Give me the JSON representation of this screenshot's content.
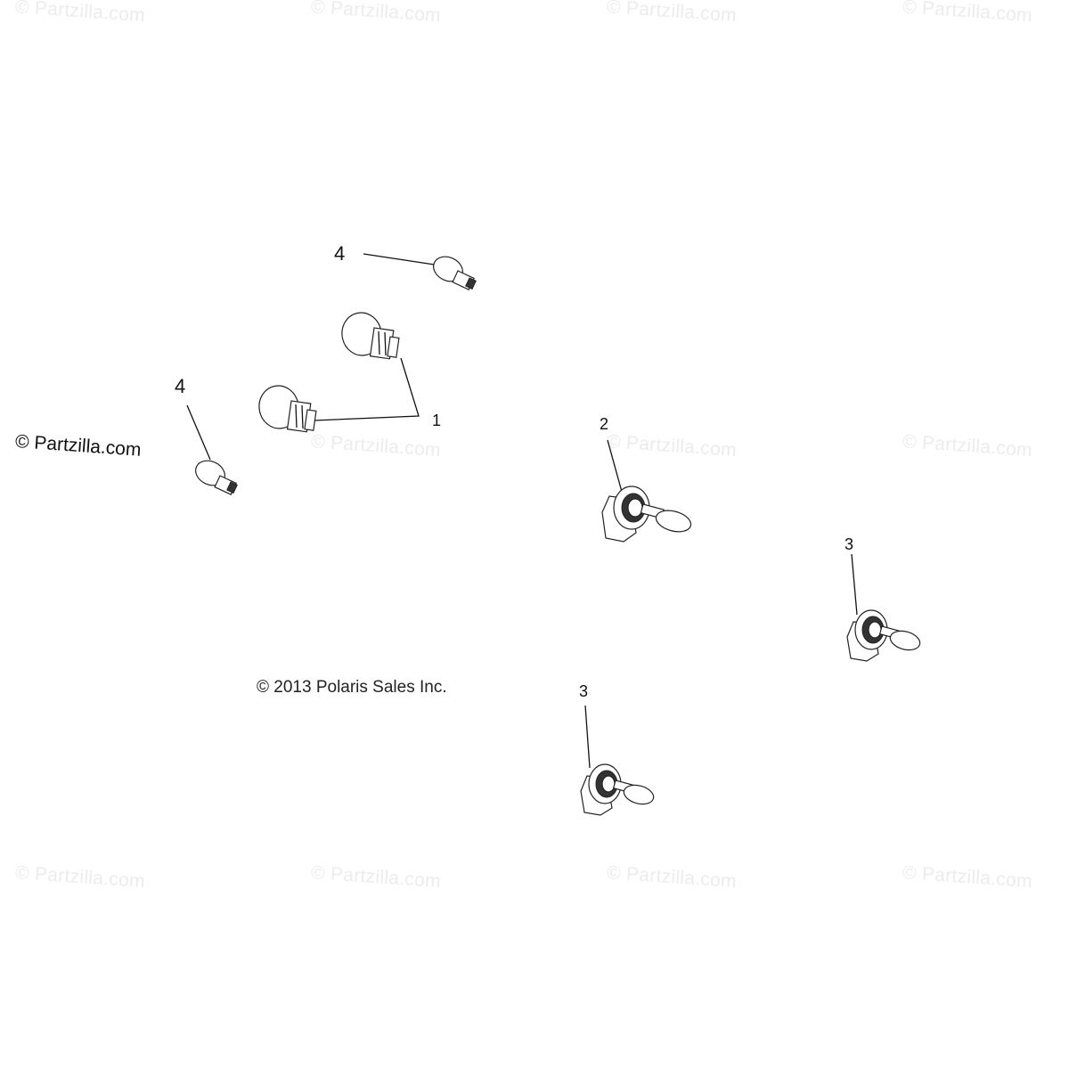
{
  "watermark_text": "© Partzilla.com",
  "copyright": "© 2013 Polaris Sales Inc.",
  "callouts": {
    "c1": "1",
    "c2": "2",
    "c3a": "3",
    "c3b": "3",
    "c4a": "4",
    "c4b": "4"
  }
}
